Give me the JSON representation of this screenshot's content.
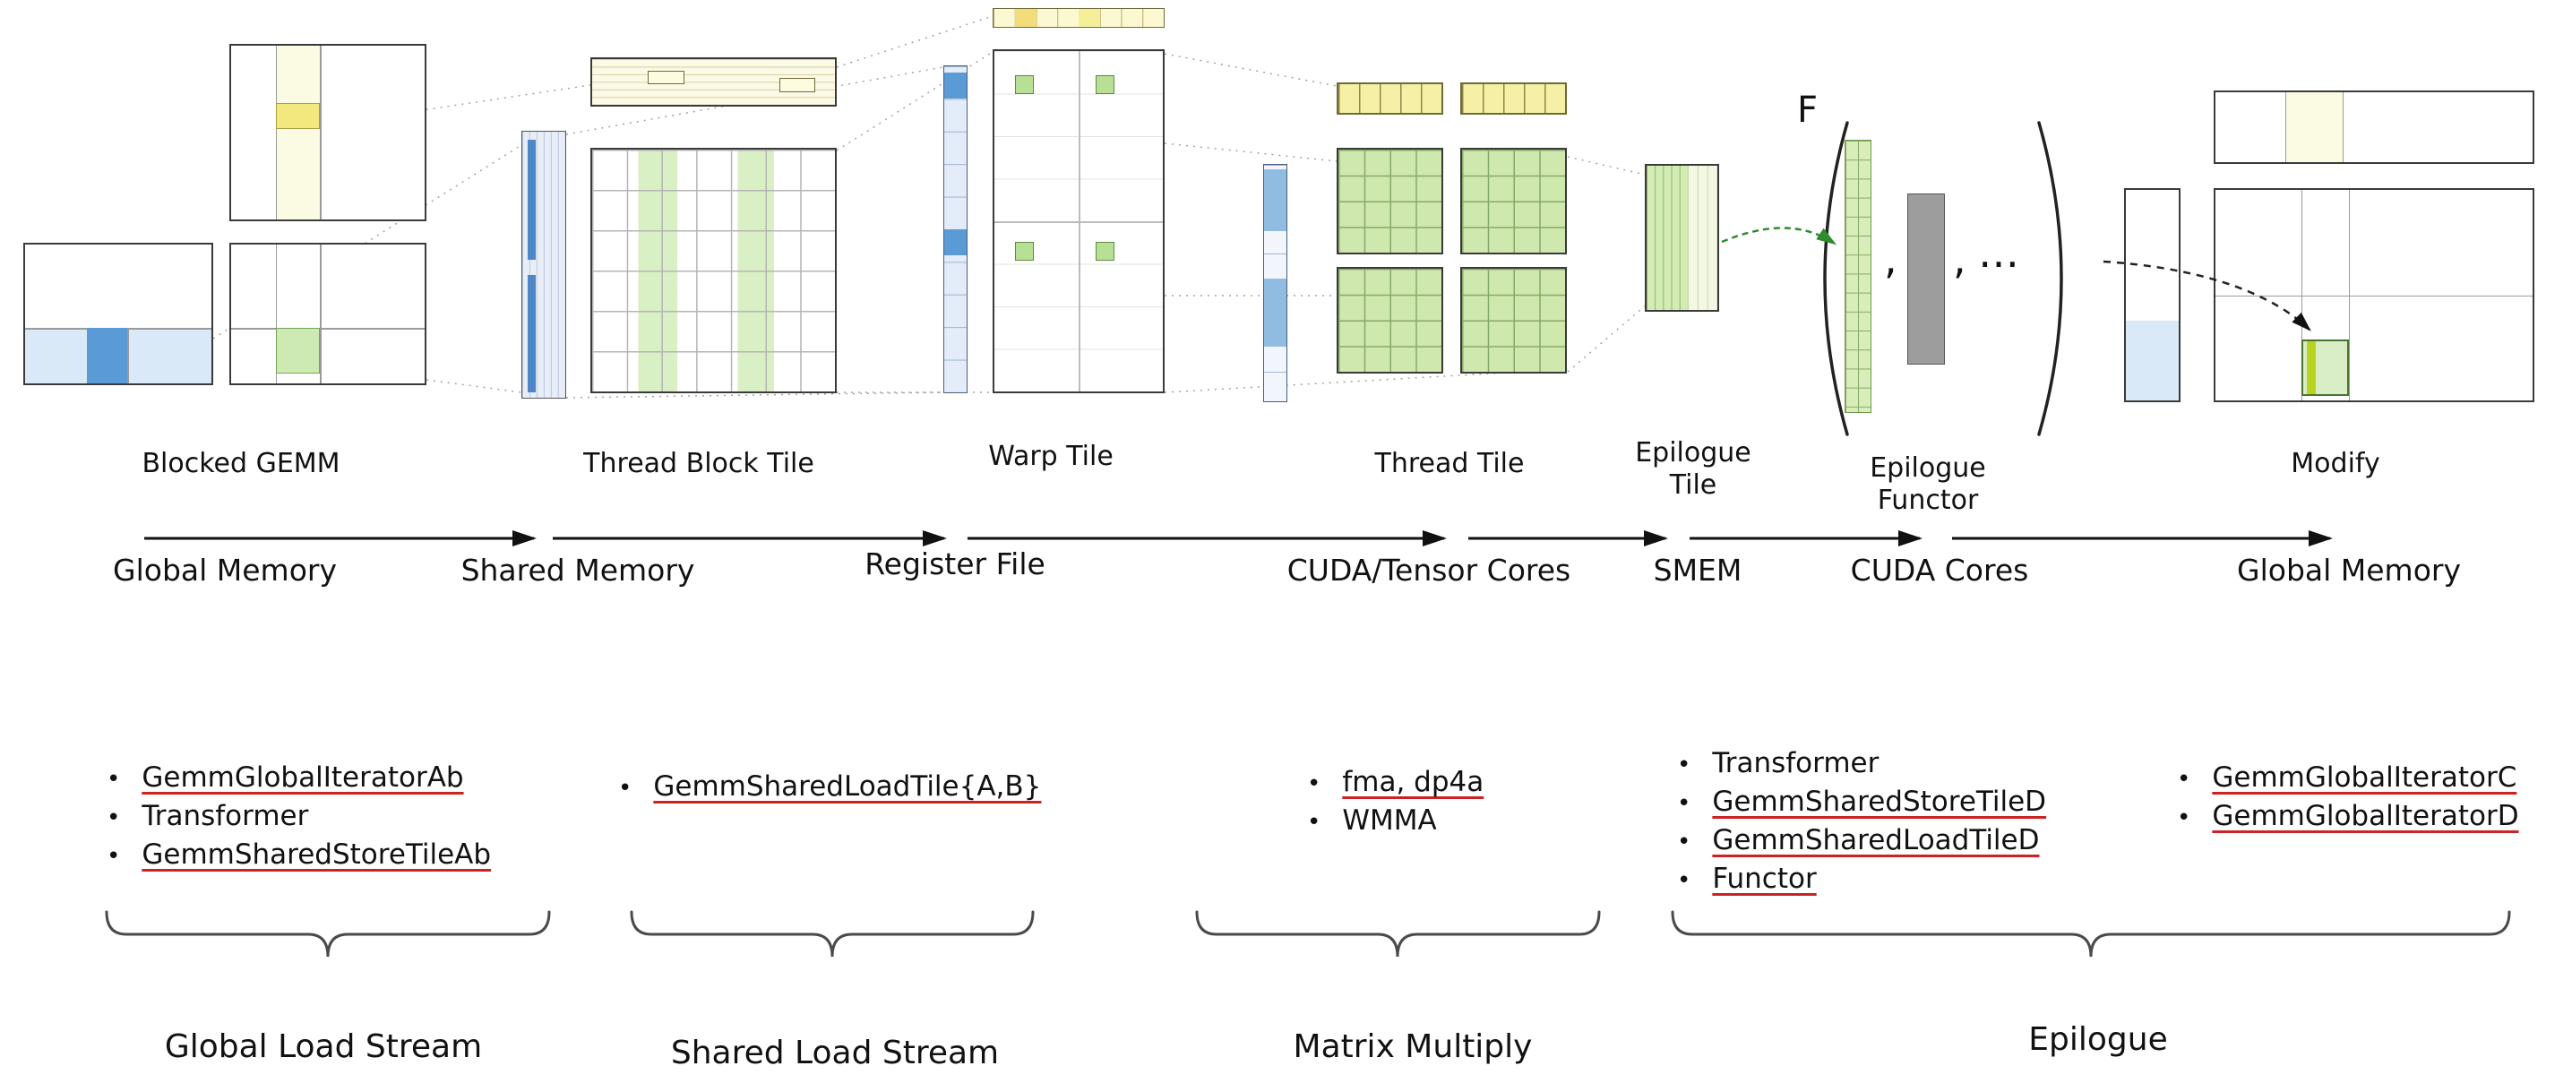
{
  "colors": {
    "blue": "#5b9bd5",
    "light_blue": "#d9e9f8",
    "stripe_blue": "#e8eef8",
    "green": "#cfe8ad",
    "green_dark": "#6f9a4d",
    "light_green": "#e4f2d4",
    "yellow": "#f2e87e",
    "pale_yellow": "#fbfae3",
    "gray_fill": "#9d9d9d",
    "grid_line": "#b5b5b5",
    "red_underline": "#cc2222",
    "green_arrow": "#2e8b2e"
  },
  "stages": {
    "blocked_gemm": "Blocked GEMM",
    "thread_block_tile": "Thread Block Tile",
    "warp_tile": "Warp Tile",
    "thread_tile": "Thread Tile",
    "epilogue_tile_line1": "Epilogue",
    "epilogue_tile_line2": "Tile",
    "epilogue_functor_line1": "Epilogue",
    "epilogue_functor_line2": "Functor",
    "modify": "Modify"
  },
  "functor": {
    "f_label": "F",
    "comma1": ",",
    "comma2": ",",
    "ellipsis": "…"
  },
  "flow_labels": [
    "Global Memory",
    "Shared Memory",
    "Register File",
    "CUDA/Tensor Cores",
    "SMEM",
    "CUDA Cores",
    "Global Memory"
  ],
  "bullet": "•",
  "lists": {
    "global_load": [
      {
        "text": "GemmGlobalIteratorAb",
        "underlined": true
      },
      {
        "text": "Transformer",
        "underlined": false
      },
      {
        "text": "GemmSharedStoreTileAb",
        "underlined": true
      }
    ],
    "shared_load": [
      {
        "text": "GemmSharedLoadTile{A,B}",
        "underlined": true
      }
    ],
    "matrix_multiply": [
      {
        "text": "fma, dp4a",
        "underlined": true
      },
      {
        "text": "WMMA",
        "underlined": false
      }
    ],
    "epilogue_main": [
      {
        "text": "Transformer",
        "underlined": false
      },
      {
        "text": "GemmSharedStoreTileD",
        "underlined": true
      },
      {
        "text": "GemmSharedLoadTileD",
        "underlined": true
      },
      {
        "text": "Functor",
        "underlined": true
      }
    ],
    "epilogue_global": [
      {
        "text": "GemmGlobalIteratorC",
        "underlined": true
      },
      {
        "text": "GemmGlobalIteratorD",
        "underlined": true
      }
    ]
  },
  "group_labels": {
    "global_load_stream": "Global Load Stream",
    "shared_load_stream": "Shared Load Stream",
    "matrix_multiply": "Matrix Multiply",
    "epilogue": "Epilogue"
  }
}
